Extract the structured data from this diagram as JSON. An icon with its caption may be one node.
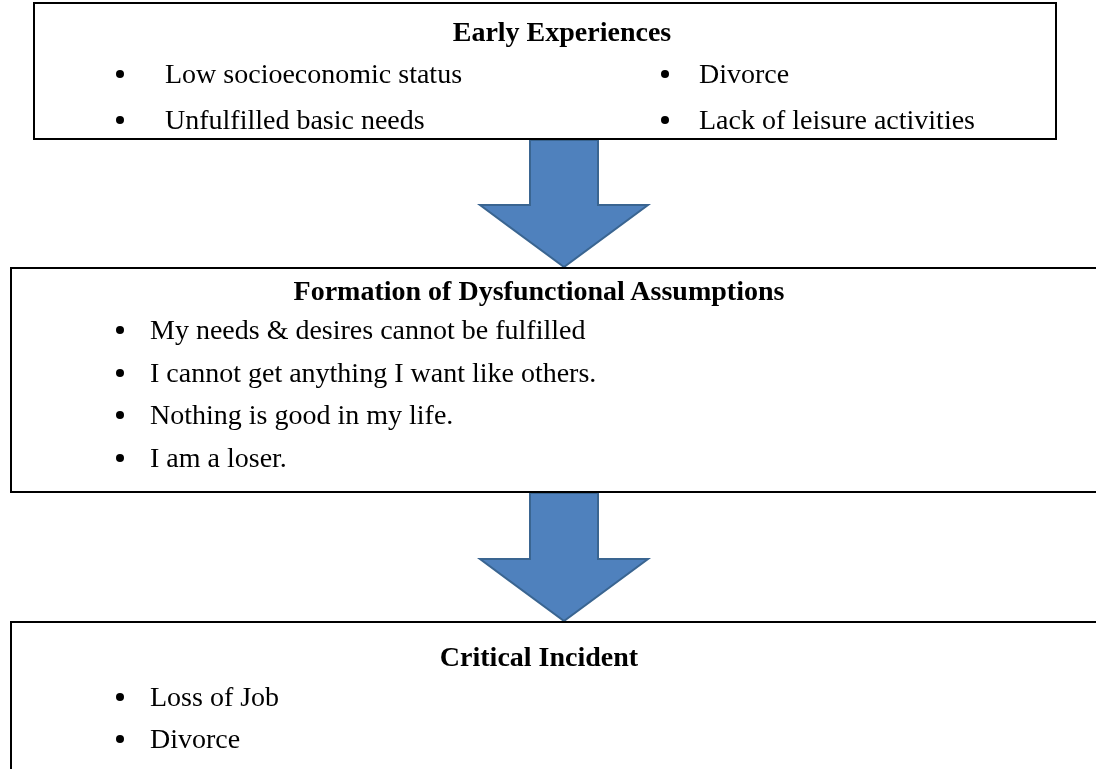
{
  "diagram": {
    "nodes": [
      {
        "text": [
          "Early Experiences",
          "Low socioeconomic status",
          "Divorce",
          "Unfulfilled basic needs",
          "Lack of leisure activities"
        ]
      },
      {
        "text": [
          "Formation of Dysfunctional Assumptions",
          "My needs & desires cannot be fulfilled",
          "I cannot get anything I want like others.",
          "Nothing is good in my life.",
          "I am a loser."
        ]
      },
      {
        "text": [
          "Critical Incident",
          "Loss of Job",
          "Divorce"
        ]
      }
    ],
    "edges": [
      {
        "from": 0,
        "to": 1,
        "arrow": "to",
        "style": "thick",
        "color": "#4f81bd"
      },
      {
        "from": 1,
        "to": 2,
        "arrow": "to",
        "style": "thick",
        "color": "#4f81bd"
      }
    ]
  }
}
